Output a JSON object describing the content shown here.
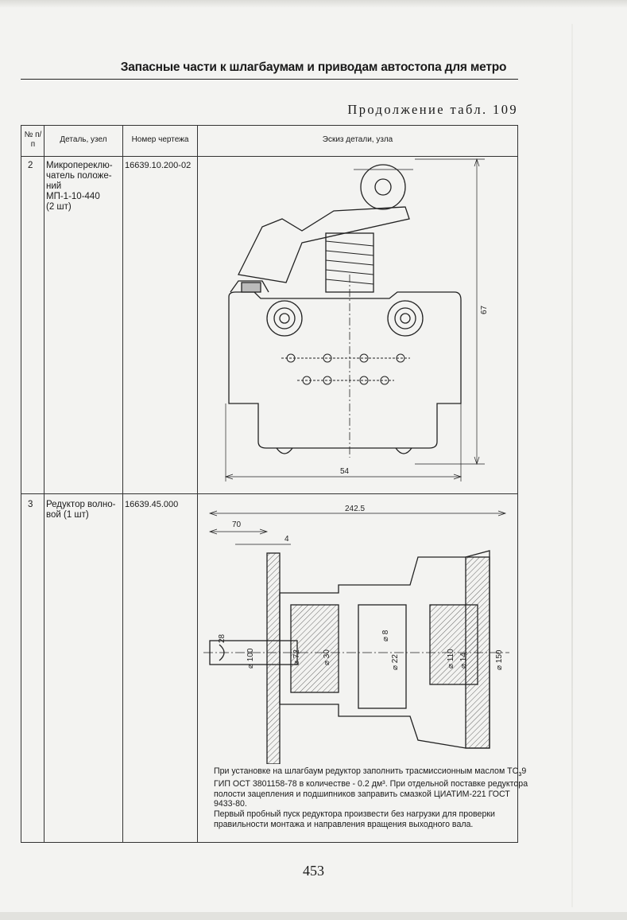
{
  "header": {
    "running_title": "Запасные части к шлагбаумам и приводам автостопа для метро",
    "continuation": "Продолжение табл. 109"
  },
  "table": {
    "columns": [
      "№ п/п",
      "Деталь, узел",
      "Номер чертежа",
      "Эскиз детали, узла"
    ],
    "rows": [
      {
        "num": "2",
        "name": "Микропереклю-\nчатель положе-\nний\nМП-1-10-440\n(2 шт)",
        "drawing_no": "16639.10.200-02",
        "sketch": {
          "icon": "microswitch-drawing",
          "dimensions": [
            "67",
            "54"
          ]
        }
      },
      {
        "num": "3",
        "name": "Редуктор волно-\nвой (1 шт)",
        "drawing_no": "16639.45.000",
        "sketch": {
          "icon": "wave-gear-reducer-drawing",
          "dimensions": [
            "242.5",
            "70",
            "4",
            "28",
            "⌀ 100",
            "⌀ 72",
            "⌀ 30",
            "⌀ 8",
            "⌀ 22",
            "⌀ 110",
            "⌀ 14",
            "⌀ 150"
          ],
          "note": [
            "При установке на шлагбаум редуктор заполнить трасмиссионным маслом ТС<sub>з</sub>9 ГИП ОСТ 3801158-78 в количестве - 0.2 дм³. При отдельной поставке редуктора полости зацепления и подшипников заправить смазкой ЦИАТИМ-221 ГОСТ 9433-80.",
            "Первый пробный пуск редуктора произвести без нагрузки для проверки правильности монтажа и направления вращения выходного вала."
          ]
        }
      }
    ]
  },
  "footer": {
    "page_number": "453"
  }
}
